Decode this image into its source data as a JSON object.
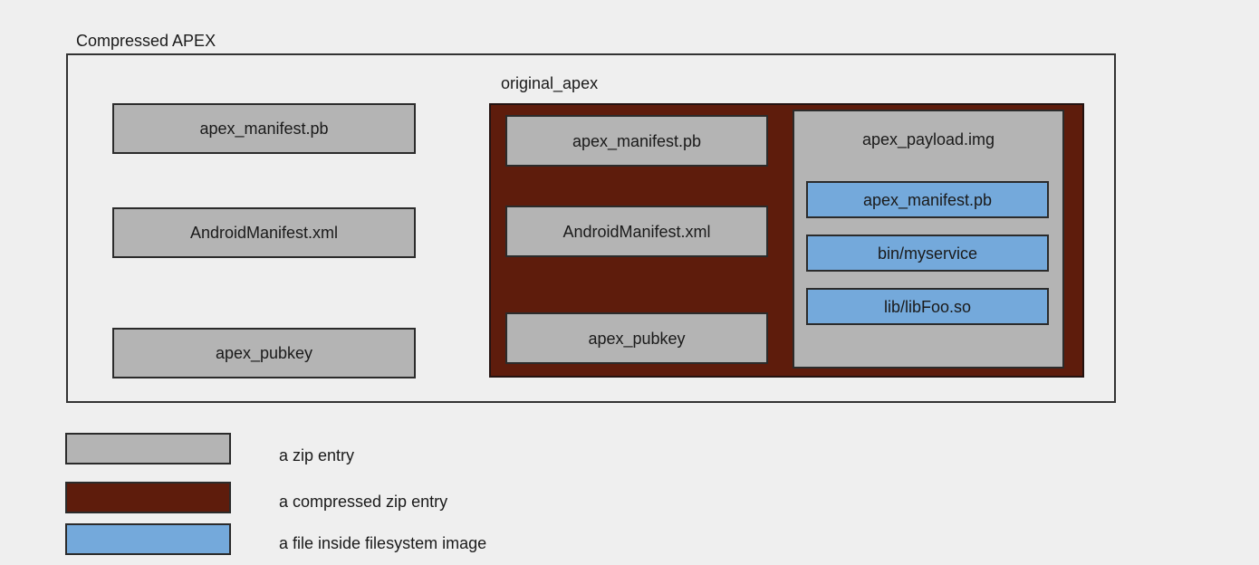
{
  "diagram": {
    "outer_container": {
      "label": "Compressed APEX",
      "entries": [
        {
          "name": "apex_manifest.pb"
        },
        {
          "name": "AndroidManifest.xml"
        },
        {
          "name": "apex_pubkey"
        }
      ]
    },
    "compressed_container": {
      "label": "original_apex",
      "entries": [
        {
          "name": "apex_manifest.pb"
        },
        {
          "name": "AndroidManifest.xml"
        },
        {
          "name": "apex_pubkey"
        }
      ],
      "payload": {
        "title": "apex_payload.img",
        "files": [
          {
            "name": "apex_manifest.pb"
          },
          {
            "name": "bin/myservice"
          },
          {
            "name": "lib/libFoo.so"
          }
        ]
      }
    }
  },
  "legend": {
    "items": [
      {
        "label": "a zip entry",
        "color": "#b4b4b4"
      },
      {
        "label": "a compressed zip entry",
        "color": "#5e1c0c"
      },
      {
        "label": "a file inside filesystem image",
        "color": "#74a9db"
      }
    ]
  },
  "colors": {
    "background": "#efefef",
    "zip_entry": "#b4b4b4",
    "compressed_zip_entry": "#5e1c0c",
    "filesystem_file": "#74a9db",
    "outline": "#2b2b2b"
  }
}
